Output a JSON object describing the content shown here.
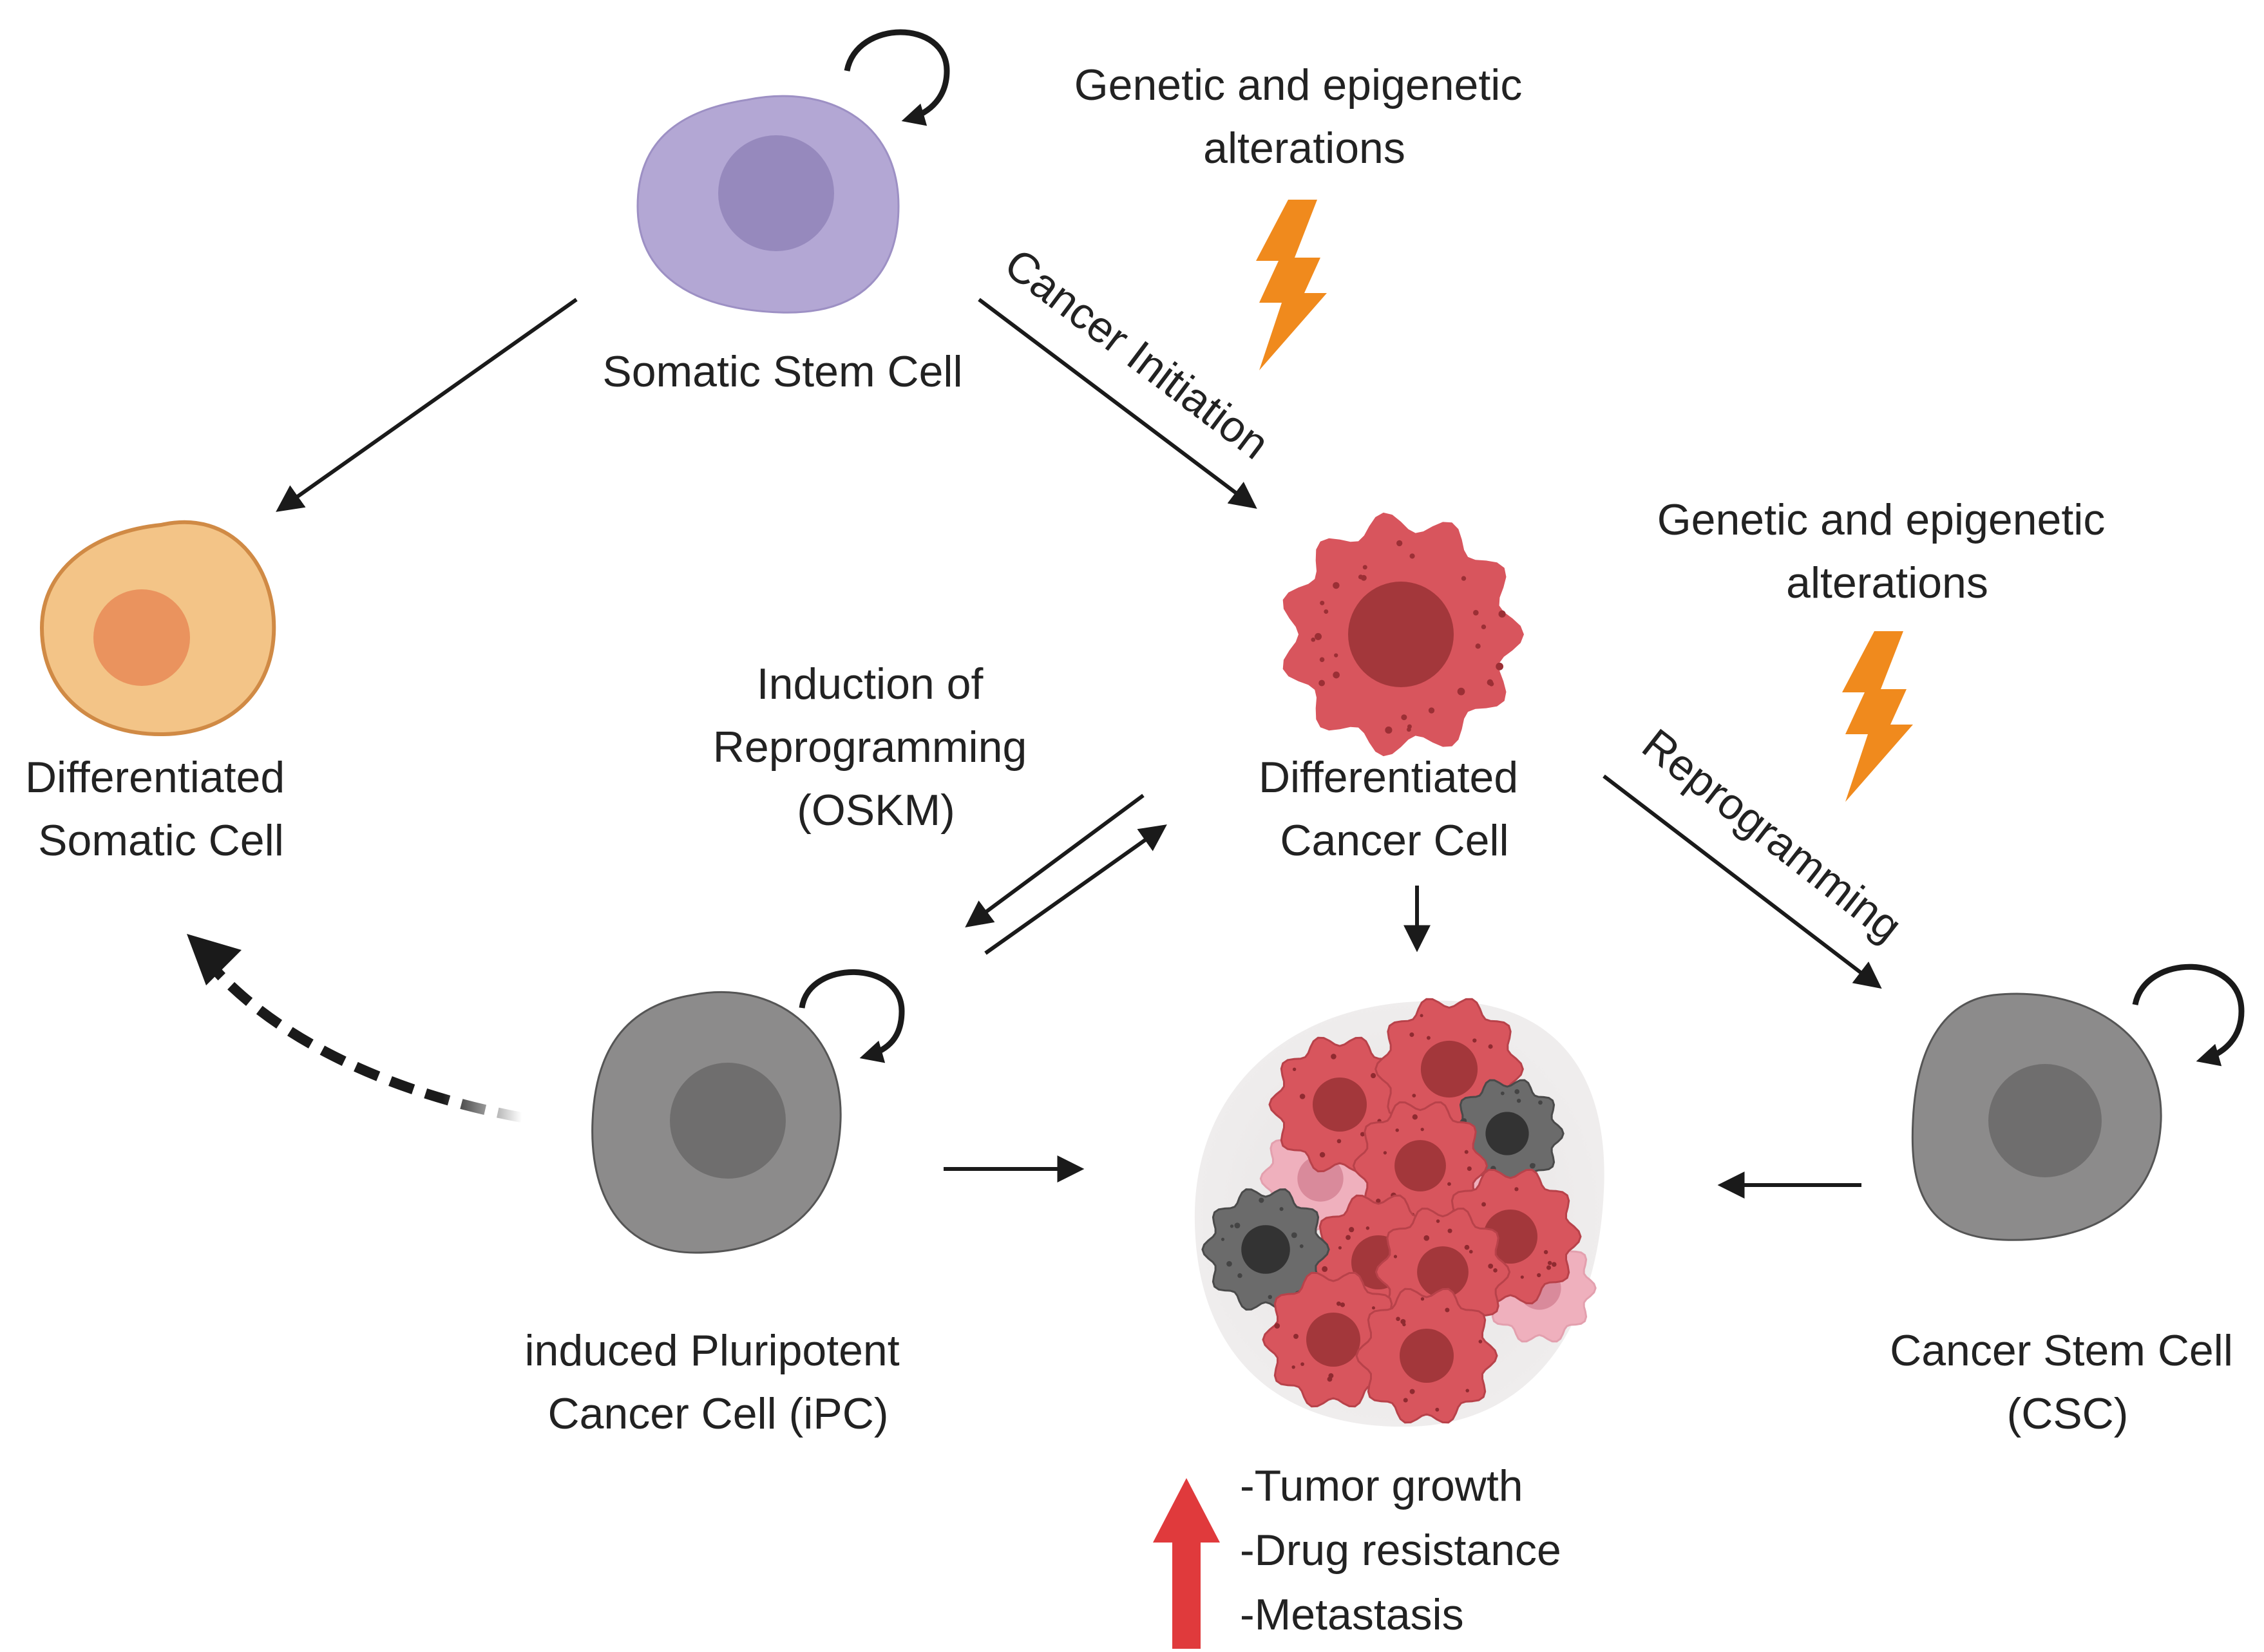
{
  "labels": {
    "somatic_stem_cell": "Somatic Stem Cell",
    "differentiated_somatic_cell": [
      "Differentiated",
      "Somatic Cell"
    ],
    "differentiated_cancer_cell": [
      "Differentiated",
      "Cancer  Cell"
    ],
    "ipc": [
      "induced Pluripotent",
      "Cancer Cell (iPC)"
    ],
    "csc": [
      "Cancer Stem Cell",
      "(CSC)"
    ],
    "genetic_alterations_top": [
      "Genetic and epigenetic",
      "alterations"
    ],
    "genetic_alterations_right": [
      "Genetic and epigenetic",
      "alterations"
    ],
    "induction": [
      "Induction of",
      "Reprogramming",
      "(OSKM)"
    ],
    "cancer_initiation": "Cancer Initiation",
    "reprogramming": "Reprogramming",
    "outcomes": [
      "-Tumor growth",
      "-Drug resistance",
      "-Metastasis"
    ]
  },
  "colors": {
    "stem": "#b3a7d4",
    "stem_nucleus": "#9689bd",
    "somatic": "#f3c487",
    "somatic_nucleus": "#ea935e",
    "cancer": "#d8555d",
    "cancer_nucleus": "#a3373b",
    "grey": "#8c8b8b",
    "grey_nucleus": "#6f6e6e",
    "dark_grey": "#6b6b6b",
    "pink": "#efb0bd",
    "bolt": "#f08a1d",
    "up_arrow": "#e03a3c",
    "arrow": "#1a1a1a"
  },
  "icons": [
    "lightning-bolt-icon",
    "up-arrow-icon",
    "self-renewal-arrow-icon"
  ]
}
